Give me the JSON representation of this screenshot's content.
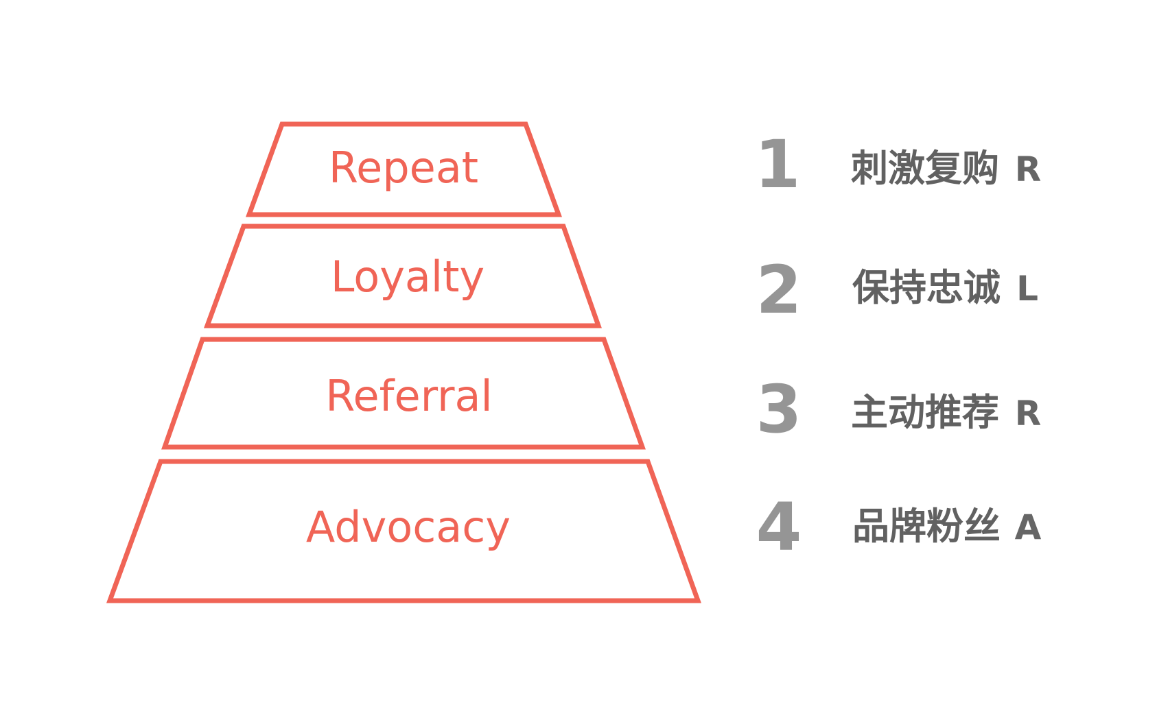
{
  "colors": {
    "accent": "#F06456",
    "number_gray": "#8A8A8A",
    "text_gray": "#616161",
    "background": "#FFFFFF"
  },
  "pyramid": {
    "tiers": [
      {
        "label": "Repeat"
      },
      {
        "label": "Loyalty"
      },
      {
        "label": "Referral"
      },
      {
        "label": "Advocacy"
      }
    ]
  },
  "steps": [
    {
      "number": "1",
      "text": "刺激复购",
      "letter": "R"
    },
    {
      "number": "2",
      "text": "保持忠诚",
      "letter": "L"
    },
    {
      "number": "3",
      "text": "主动推荐",
      "letter": "R"
    },
    {
      "number": "4",
      "text": "品牌粉丝",
      "letter": "A"
    }
  ]
}
